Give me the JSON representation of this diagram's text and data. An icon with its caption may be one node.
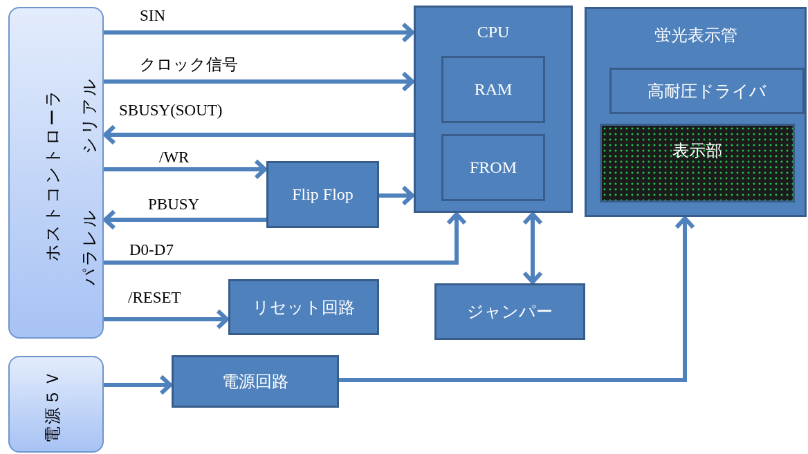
{
  "diagram": {
    "nodes": [
      {
        "text": [
          "ホストコントローラ",
          "シリアル",
          "パラレル"
        ]
      },
      {
        "text": [
          "電源５Ｖ"
        ]
      },
      {
        "text": [
          "CPU"
        ]
      },
      {
        "text": [
          "RAM"
        ],
        "in": 2
      },
      {
        "text": [
          "FROM"
        ],
        "in": 2
      },
      {
        "text": [
          "蛍光表示管"
        ]
      },
      {
        "text": [
          "高耐圧ドライバ"
        ],
        "in": 5
      },
      {
        "text": [
          "表示部"
        ],
        "in": 5
      },
      {
        "text": [
          "Flip Flop"
        ]
      },
      {
        "text": [
          "リセット回路"
        ]
      },
      {
        "text": [
          "ジャンパー"
        ]
      },
      {
        "text": [
          "電源回路"
        ]
      }
    ],
    "edges": [
      {
        "from": 0,
        "to": 2,
        "arrow": "to",
        "label": "SIN"
      },
      {
        "from": 0,
        "to": 2,
        "arrow": "to",
        "label": "クロック信号"
      },
      {
        "from": 2,
        "to": 0,
        "arrow": "to",
        "label": "SBUSY(SOUT)"
      },
      {
        "from": 0,
        "to": 8,
        "arrow": "to",
        "label": "/WR"
      },
      {
        "from": 8,
        "to": 2,
        "arrow": "to"
      },
      {
        "from": 8,
        "to": 0,
        "arrow": "to",
        "label": "PBUSY"
      },
      {
        "from": 0,
        "to": 2,
        "arrow": "to",
        "label": "D0-D7"
      },
      {
        "from": 0,
        "to": 9,
        "arrow": "to",
        "label": "/RESET"
      },
      {
        "from": 2,
        "to": 10,
        "arrow": "both"
      },
      {
        "from": 1,
        "to": 11,
        "arrow": "to"
      },
      {
        "from": 11,
        "to": 5,
        "arrow": "to"
      }
    ]
  }
}
